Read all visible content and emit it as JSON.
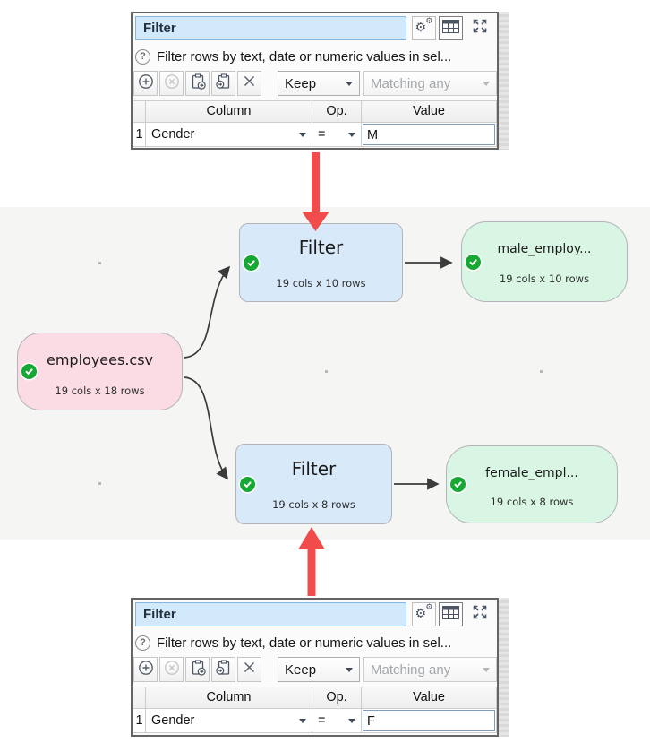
{
  "panel_top": {
    "title": "Filter",
    "help_text": "Filter rows by text, date or numeric values in sel...",
    "toolbar": {
      "keep": "Keep",
      "matching": "Matching any"
    },
    "table": {
      "headers": {
        "column": "Column",
        "op": "Op.",
        "value": "Value"
      },
      "row": {
        "num": "1",
        "column": "Gender",
        "op": "=",
        "value": "M"
      }
    }
  },
  "panel_bottom": {
    "title": "Filter",
    "help_text": "Filter rows by text, date or numeric values in sel...",
    "toolbar": {
      "keep": "Keep",
      "matching": "Matching any"
    },
    "table": {
      "headers": {
        "column": "Column",
        "op": "Op.",
        "value": "Value"
      },
      "row": {
        "num": "1",
        "column": "Gender",
        "op": "=",
        "value": "F"
      }
    }
  },
  "graph": {
    "nodes": {
      "source": {
        "title": "employees.csv",
        "subtitle": "19 cols x 18 rows"
      },
      "filter_top": {
        "title": "Filter",
        "subtitle": "19 cols x 10 rows"
      },
      "output_top": {
        "title": "male_employ...",
        "subtitle": "19 cols x 10 rows"
      },
      "filter_bottom": {
        "title": "Filter",
        "subtitle": "19 cols x 8 rows"
      },
      "output_bottom": {
        "title": "female_empl...",
        "subtitle": "19 cols x 8 rows"
      }
    }
  },
  "colors": {
    "node_input": "#fbdbe4",
    "node_transform": "#d8e9f9",
    "node_output": "#d9f6e5",
    "arrow_red": "#f24b4b",
    "check_green": "#17a833",
    "title_field_bg": "#d2e9fb",
    "edge_gray": "#3b3b3b"
  },
  "icons": {
    "gear": "gear-icon",
    "table": "table-icon",
    "expand": "expand-icon",
    "help": "help-icon",
    "add": "add-icon",
    "remove": "remove-icon",
    "copy": "copy-icon",
    "paste": "paste-icon",
    "delete": "delete-icon",
    "check": "check-icon",
    "chevron": "chevron-down-icon"
  }
}
